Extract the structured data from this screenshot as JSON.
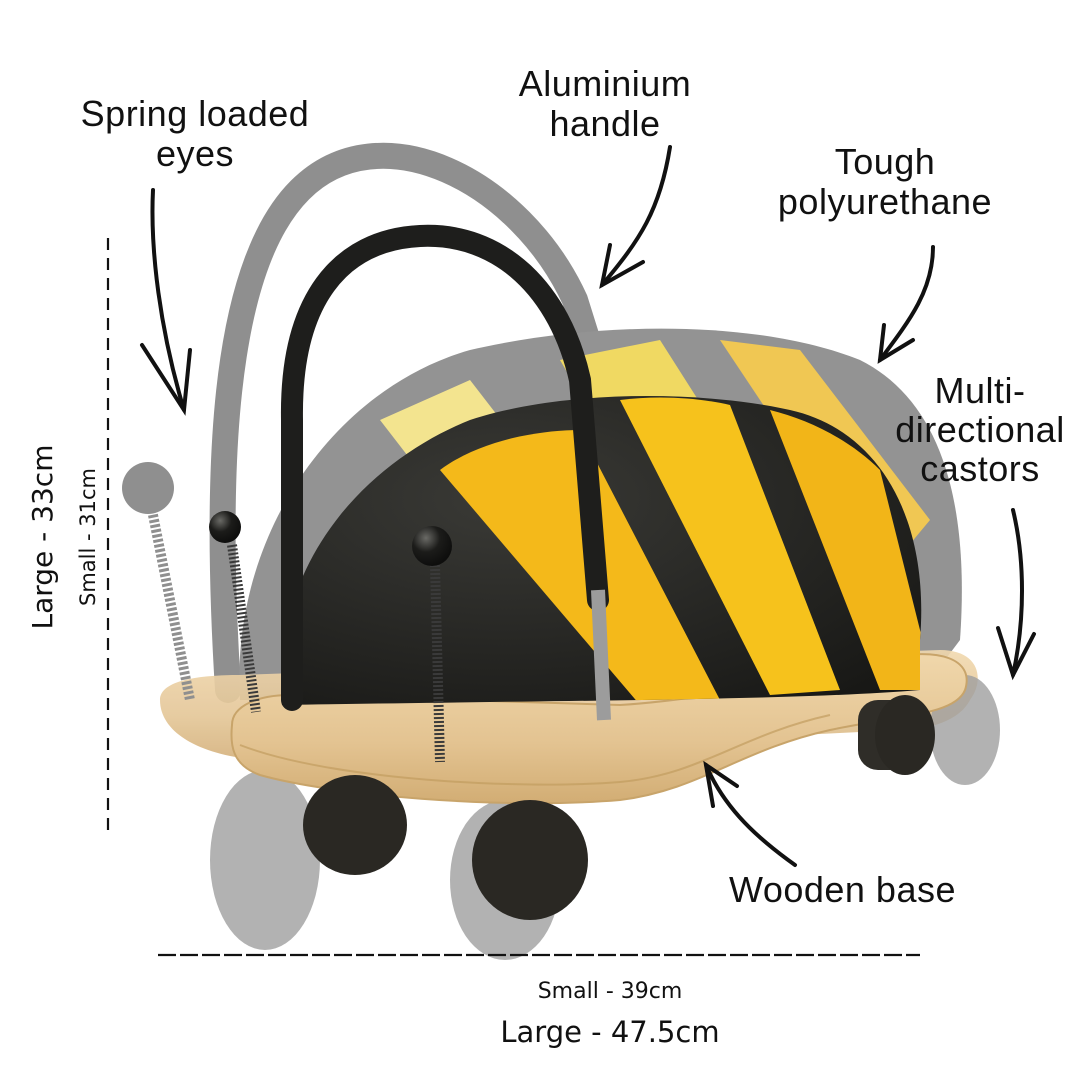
{
  "callouts": {
    "spring_eyes": {
      "line1": "Spring loaded",
      "line2": "eyes"
    },
    "handle": {
      "line1": "Aluminium",
      "line2": "handle"
    },
    "body": {
      "line1": "Tough",
      "line2": "polyurethane"
    },
    "castors": {
      "line1": "Multi-",
      "line2": "directional",
      "line3": "castors"
    },
    "base": {
      "line1": "Wooden base"
    }
  },
  "dimensions": {
    "height": {
      "large": "Large - 33cm",
      "small": "Small - 31cm"
    },
    "length": {
      "small": "Small - 39cm",
      "large": "Large - 47.5cm"
    }
  },
  "colors": {
    "background": "#ffffff",
    "text": "#111111",
    "bee_yellow": "#f2b718",
    "bee_black": "#1e1e1c",
    "wood": "#e6c79a",
    "ghost_grey": "#8d8d8d"
  },
  "product": {
    "name": "Bee ride-on toy",
    "views": [
      "large (ghost)",
      "small (front)"
    ]
  }
}
